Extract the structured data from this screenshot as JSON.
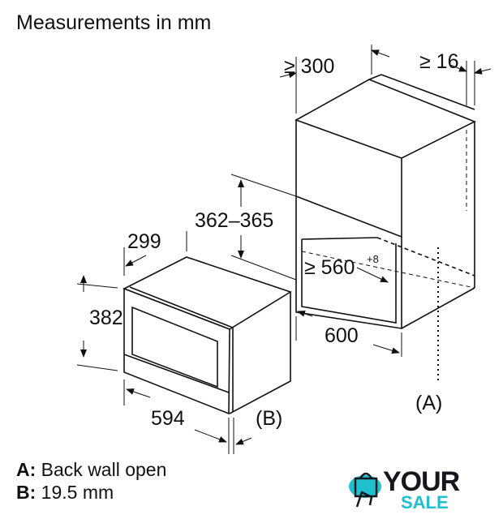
{
  "title": "Measurements in mm",
  "dimensions": {
    "cabinet_depth": "≥ 300",
    "cabinet_gap": "≥ 16",
    "niche_height": "362–365",
    "niche_depth": "≥ 560",
    "niche_depth_tolerance": "+8",
    "niche_width": "600",
    "appliance_depth": "299",
    "appliance_height": "382",
    "appliance_width": "594",
    "marker_a": "(A)",
    "marker_b": "(B)"
  },
  "legend": [
    {
      "key": "A:",
      "text": "Back wall open"
    },
    {
      "key": "B:",
      "text": "19.5 mm"
    }
  ],
  "logo": {
    "line1": "YOUR",
    "line2": "SALE",
    "colors": {
      "dark": "#14181c",
      "accent": "#1fc1d0"
    }
  }
}
